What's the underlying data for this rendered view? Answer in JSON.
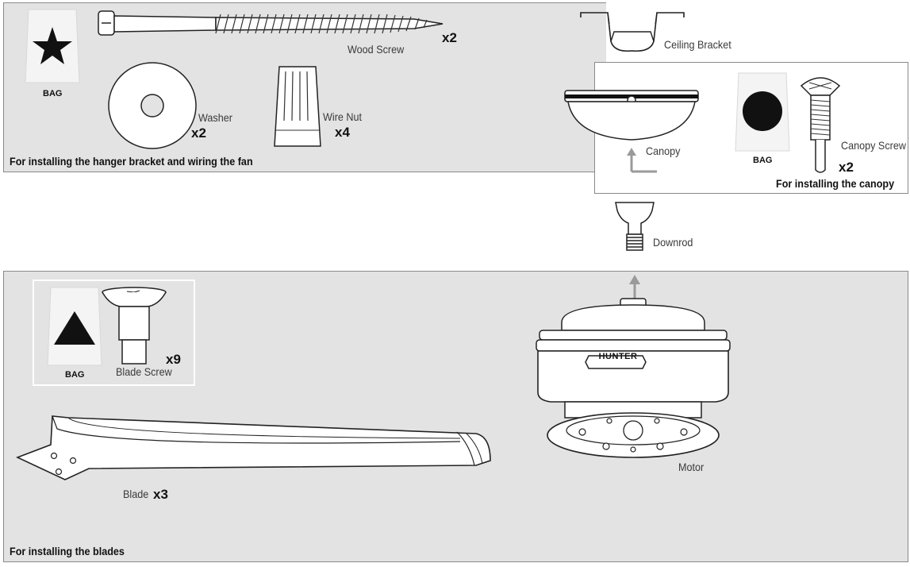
{
  "top_panel": {
    "caption": "For installing the hanger bracket and wiring the fan",
    "bag": {
      "label": "BAG",
      "symbol": "star"
    },
    "wood_screw": {
      "label": "Wood Screw",
      "qty": "x2"
    },
    "washer": {
      "label": "Washer",
      "qty": "x2"
    },
    "wire_nut": {
      "label": "Wire Nut",
      "qty": "x4"
    }
  },
  "canopy_panel": {
    "caption": "For installing the canopy",
    "ceiling_bracket": {
      "label": "Ceiling Bracket"
    },
    "canopy": {
      "label": "Canopy"
    },
    "bag": {
      "label": "BAG",
      "symbol": "circle"
    },
    "canopy_screw": {
      "label": "Canopy Screw",
      "qty": "x2"
    }
  },
  "downrod": {
    "label": "Downrod"
  },
  "blade_panel": {
    "caption": "For installing the blades",
    "bag": {
      "label": "BAG",
      "symbol": "triangle"
    },
    "blade_screw": {
      "label": "Blade Screw",
      "qty": "x9"
    },
    "blade": {
      "label": "Blade",
      "qty": "x3"
    },
    "motor": {
      "label": "Motor",
      "brand": "HUNTER"
    }
  },
  "colors": {
    "panel_gray": "#e3e3e3",
    "border": "#8a8a8a",
    "arrow": "#9a9a9a"
  }
}
